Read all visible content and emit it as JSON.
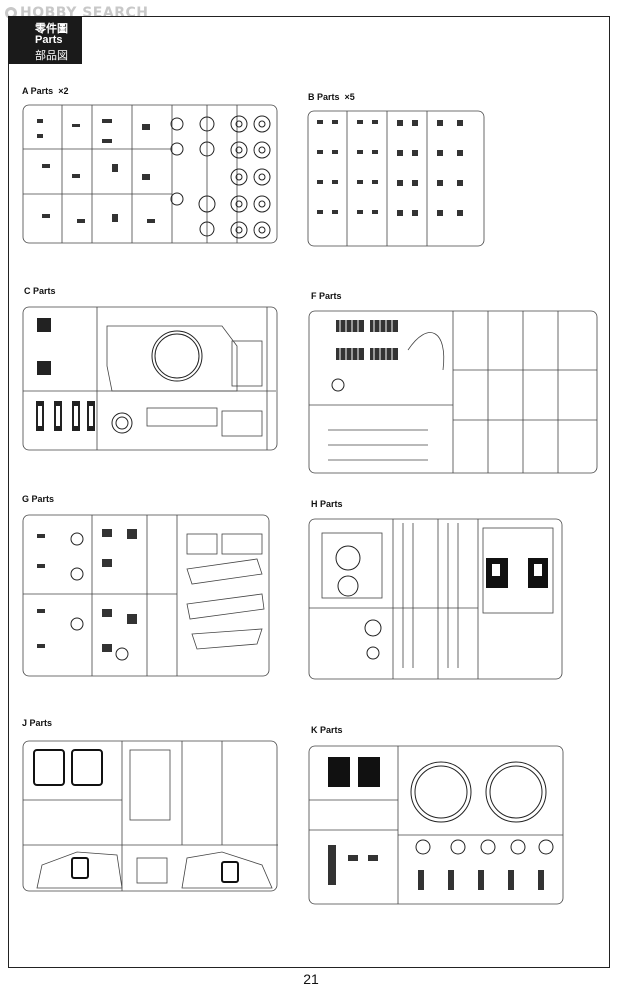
{
  "watermark": {
    "text": "HOBBY SEARCH"
  },
  "header": {
    "zh": "零件圖",
    "en": "Parts",
    "ja": "部品図"
  },
  "parts": {
    "A": {
      "name": "A Parts",
      "qty": "×2"
    },
    "B": {
      "name": "B Parts",
      "qty": "×5"
    },
    "C": {
      "name": "C Parts"
    },
    "F": {
      "name": "F Parts"
    },
    "G": {
      "name": "G Parts"
    },
    "H": {
      "name": "H Parts"
    },
    "J": {
      "name": "J Parts"
    },
    "K": {
      "name": "K Parts"
    }
  },
  "page_number": "21"
}
